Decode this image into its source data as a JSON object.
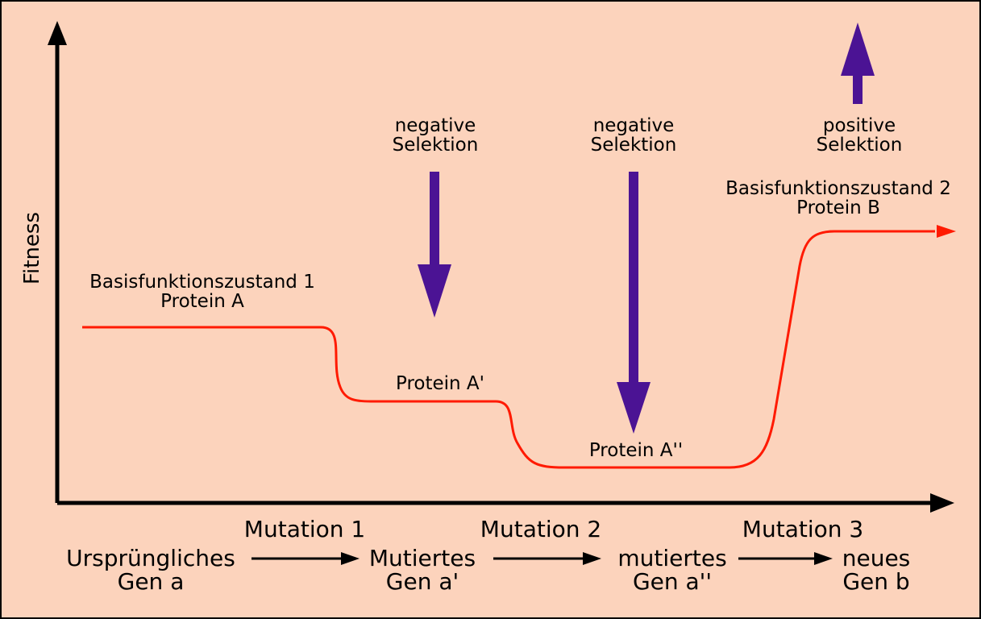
{
  "colors": {
    "background": "#fcd3bc",
    "fitness_curve": "#ff1a00",
    "selection_arrow": "#4b1394",
    "axis": "#000000"
  },
  "axis": {
    "y_label": "Fitness"
  },
  "states": {
    "state1_title": "Basisfunktionszustand 1",
    "state1_protein": "Protein A",
    "protein_a1": "Protein A'",
    "protein_a2": "Protein A''",
    "state2_title": "Basisfunktionszustand 2",
    "state2_protein": "Protein B"
  },
  "selection": [
    {
      "line1": "negative",
      "line2": "Selektion",
      "direction": "down"
    },
    {
      "line1": "negative",
      "line2": "Selektion",
      "direction": "down"
    },
    {
      "line1": "positive",
      "line2": "Selektion",
      "direction": "up"
    }
  ],
  "mutations": [
    "Mutation 1",
    "Mutation 2",
    "Mutation 3"
  ],
  "genes": [
    {
      "line1": "Ursprüngliches",
      "line2": "Gen a"
    },
    {
      "line1": "Mutiertes",
      "line2": "Gen a'"
    },
    {
      "line1": "mutiertes",
      "line2": "Gen a''"
    },
    {
      "line1": "neues",
      "line2": "Gen b"
    }
  ]
}
